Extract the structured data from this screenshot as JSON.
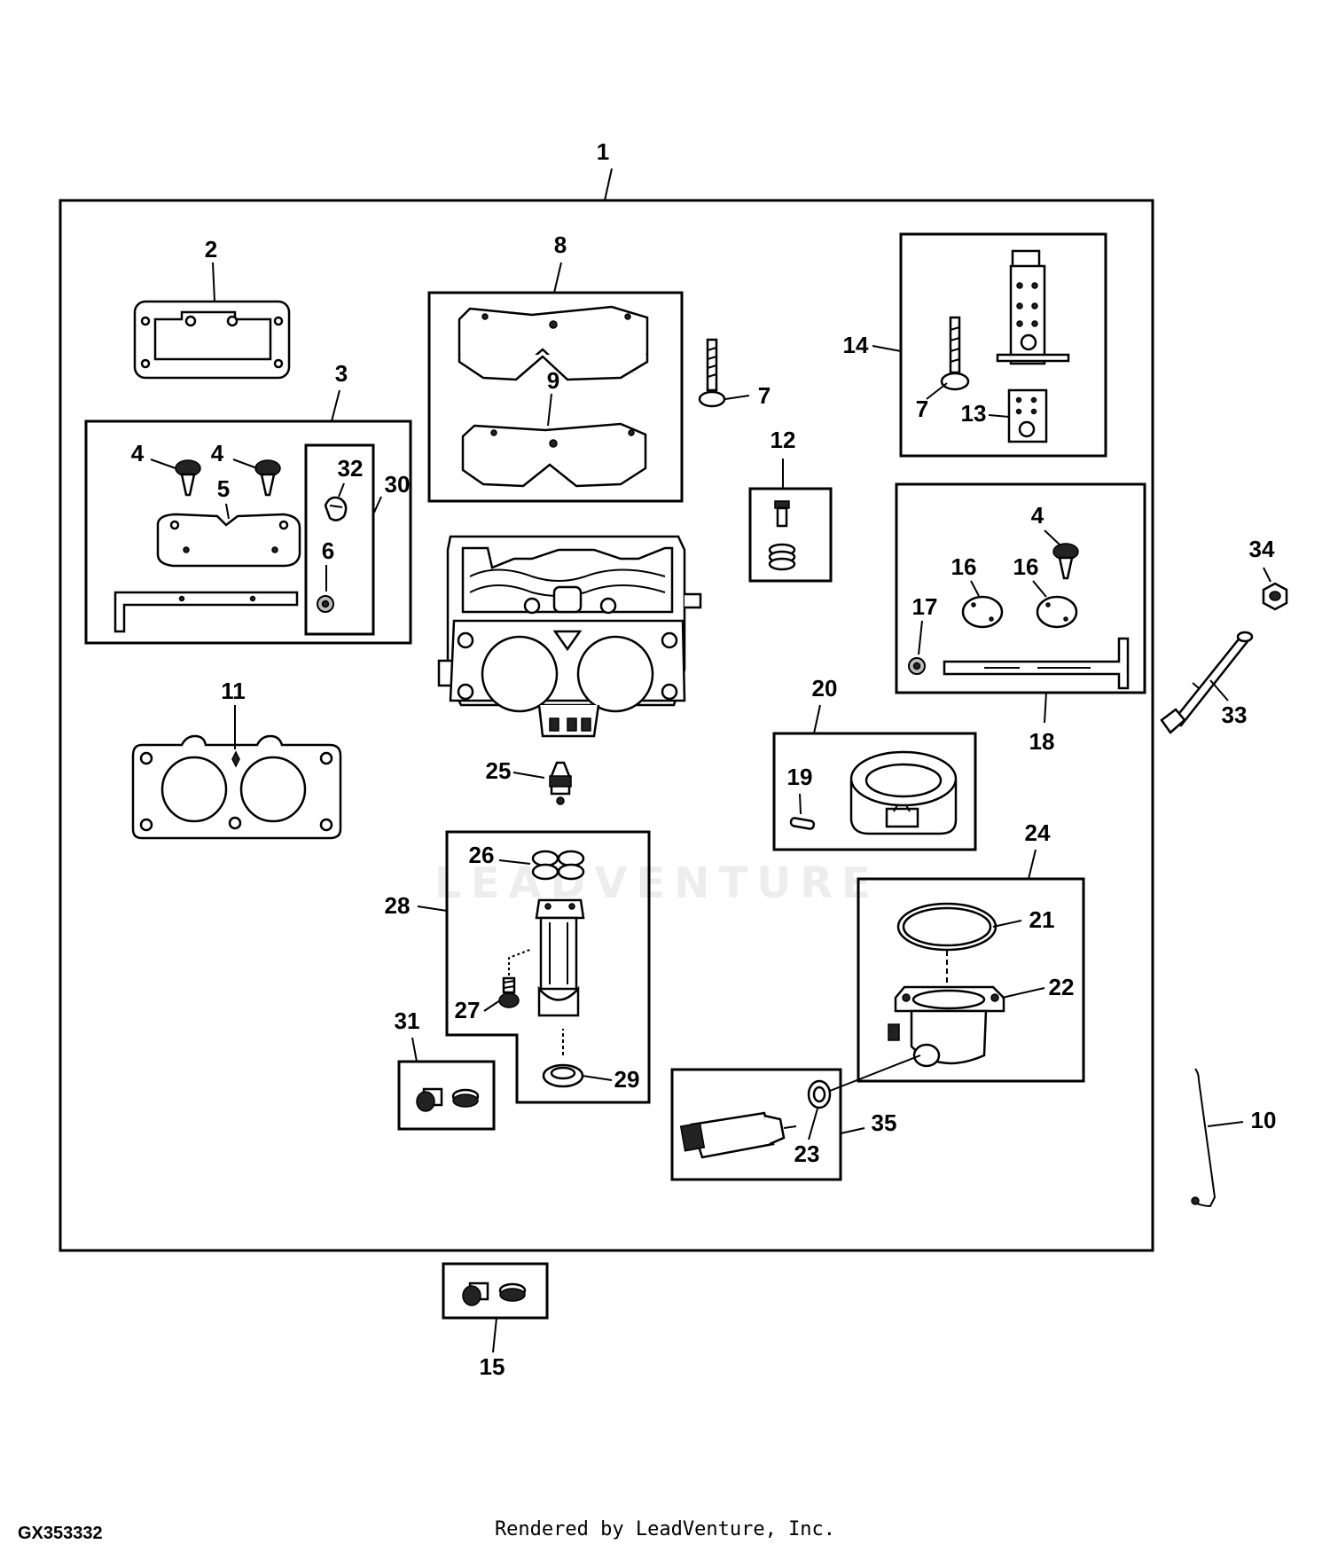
{
  "diagram_id": "GX353332",
  "credit": "Rendered by LeadVenture, Inc.",
  "watermark": "LEADVENTURE",
  "callouts": {
    "c1": "1",
    "c2": "2",
    "c3": "3",
    "c4a": "4",
    "c4b": "4",
    "c4c": "4",
    "c5": "5",
    "c6": "6",
    "c7a": "7",
    "c7b": "7",
    "c8": "8",
    "c9": "9",
    "c10": "10",
    "c11": "11",
    "c12": "12",
    "c13": "13",
    "c14": "14",
    "c15": "15",
    "c16a": "16",
    "c16b": "16",
    "c17": "17",
    "c18": "18",
    "c19": "19",
    "c20": "20",
    "c21": "21",
    "c22": "22",
    "c23": "23",
    "c24": "24",
    "c25": "25",
    "c26": "26",
    "c27": "27",
    "c28": "28",
    "c29": "29",
    "c30": "30",
    "c31": "31",
    "c32": "32",
    "c33": "33",
    "c34": "34",
    "c35": "35"
  }
}
